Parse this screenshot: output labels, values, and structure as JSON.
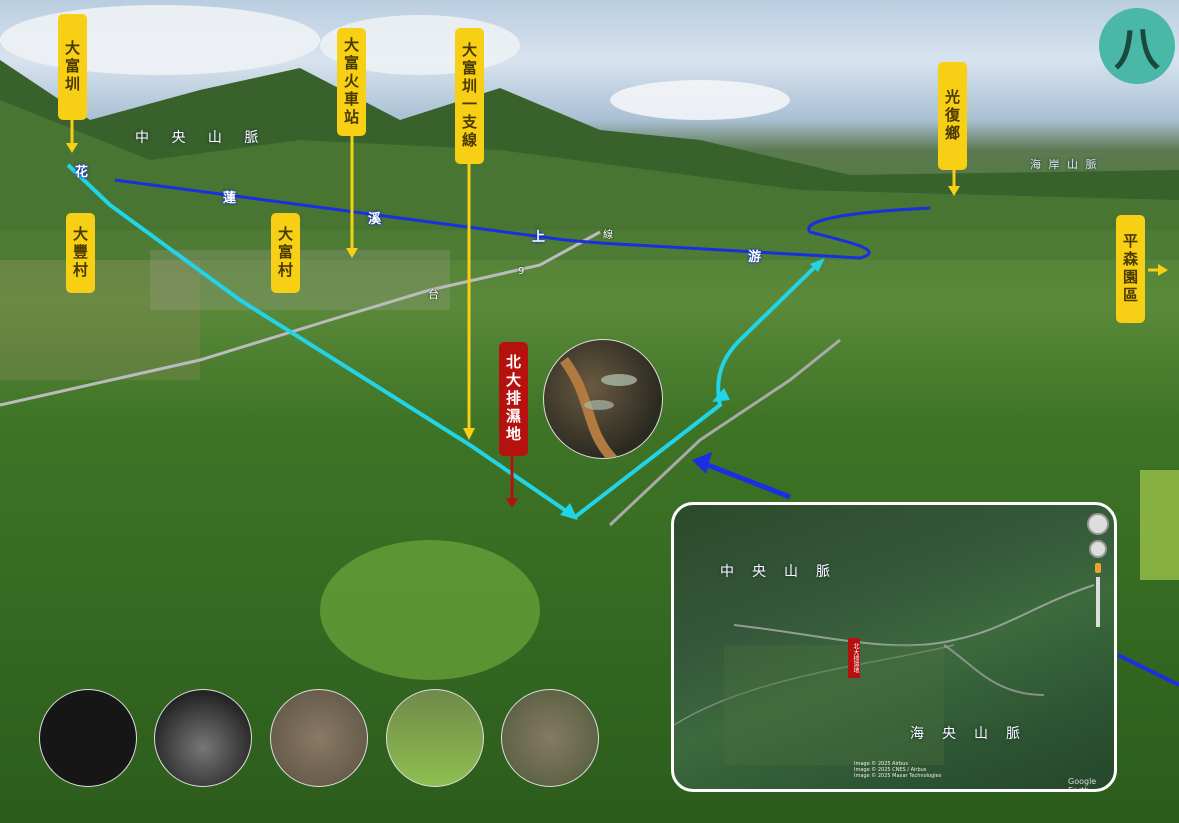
{
  "labels": {
    "dafu_canal": "大富圳",
    "dafu_station": "大富火車站",
    "dafu_branch_canal": "大富圳一支線",
    "guangfu": "光復鄉",
    "dafeng_village": "大豐村",
    "dafu_village": "大富村",
    "pingsen_park": "平森園區",
    "beida_wetland": "北大排濕地"
  },
  "mountains": {
    "central": "中 央 山 脈",
    "coastal": "海 岸 山 脈"
  },
  "river": {
    "chars": [
      "花",
      "蓮",
      "溪",
      "上",
      "游"
    ]
  },
  "road": {
    "chars": [
      "台",
      "9",
      "線"
    ]
  },
  "inset": {
    "central": "中　央　山　脈",
    "coastal": "海　央　山　脈",
    "wetland": "北大排濕地",
    "credits": [
      "Image © 2025 Airbus",
      "Image © 2025 CNES / Airbus",
      "Image © 2025 Maxar Technologies"
    ],
    "google": "Google Earth"
  },
  "logo": "八",
  "colors": {
    "label": "#f7cf14",
    "river": "#1a2fe0",
    "stream": "#22d4e8",
    "wetland": "#b5120f"
  }
}
